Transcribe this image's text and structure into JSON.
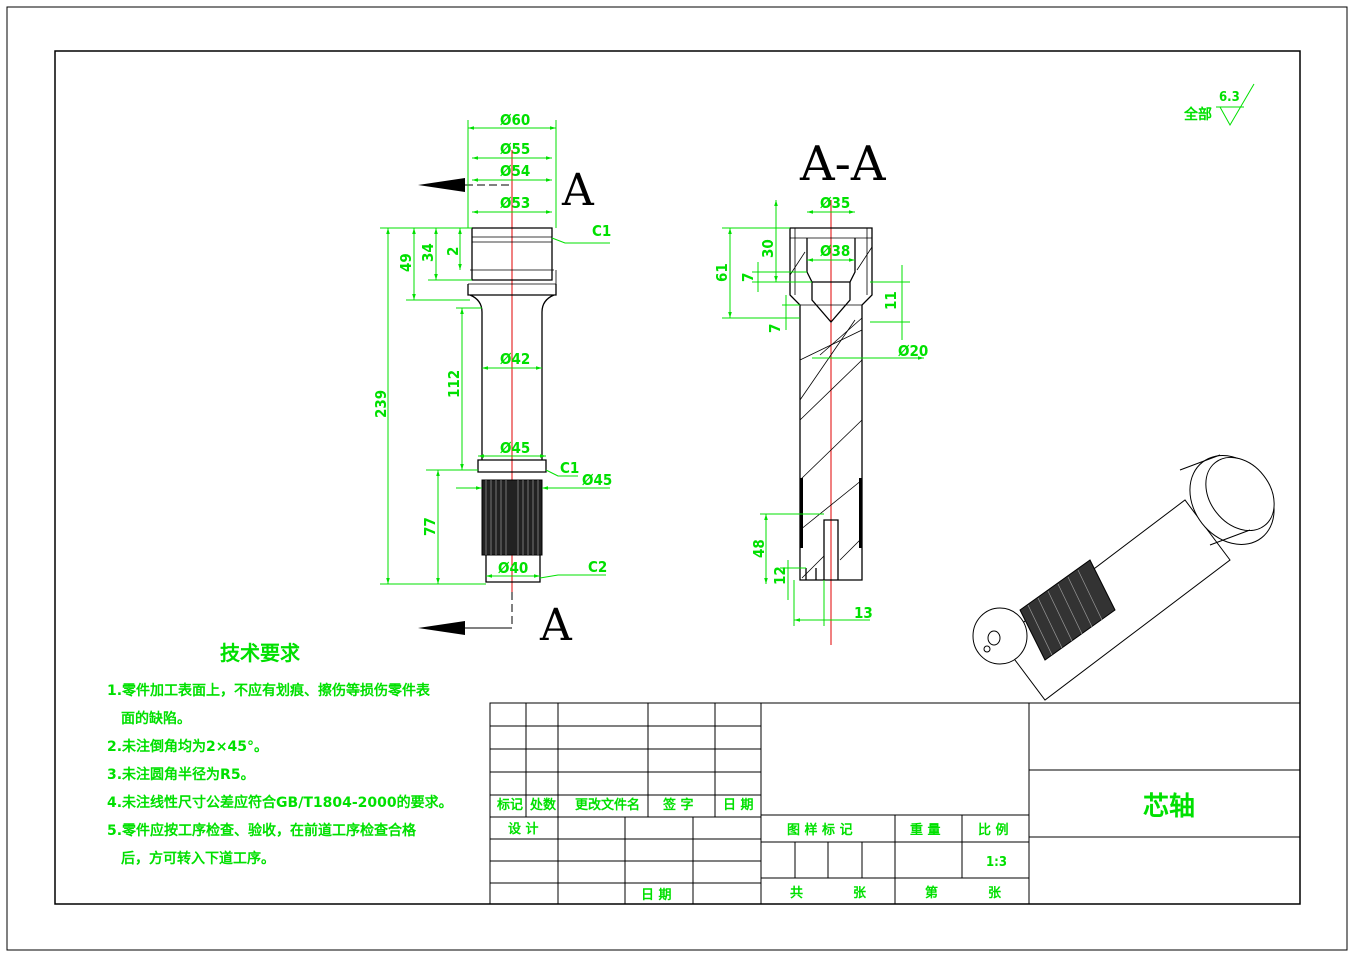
{
  "drawing": {
    "title": "芯轴",
    "scale": "1:3",
    "roughness": {
      "label": "全部",
      "value": "6.3"
    },
    "section_marks": {
      "cut_label": "A",
      "section_title": "A-A"
    }
  },
  "front_view_dims": {
    "d60": "Ø60",
    "d55": "Ø55",
    "d54": "Ø54",
    "d53": "Ø53",
    "d42": "Ø42",
    "d45": "Ø45",
    "d45b": "Ø45",
    "d40": "Ø40",
    "c1a": "C1",
    "c1b": "C1",
    "c2": "C2",
    "l239": "239",
    "l49": "49",
    "l34": "34",
    "l2": "2",
    "l112": "112",
    "l77": "77"
  },
  "section_view_dims": {
    "d35": "Ø35",
    "d38": "Ø38",
    "d20": "Ø20",
    "l61": "61",
    "l30": "30",
    "l7a": "7",
    "l7b": "7",
    "l11": "11",
    "l48": "48",
    "l12": "12",
    "l13": "13"
  },
  "tech_requirements": {
    "heading": "技术要求",
    "items": [
      "1.零件加工表面上，不应有划痕、擦伤等损伤零件表",
      "面的缺陷。",
      "2.未注倒角均为2×45°。",
      "3.未注圆角半径为R5。",
      "4.未注线性尺寸公差应符合GB/T1804-2000的要求。",
      "5.零件应按工序检查、验收，在前道工序检查合格",
      "后，方可转入下道工序。"
    ]
  },
  "title_block": {
    "mark": "标记",
    "count": "处数",
    "doc": "更改文件名",
    "sign": "签  字",
    "date": "日 期",
    "design": "设 计",
    "date2": "日 期",
    "drawing_mark": "图 样 标 记",
    "weight": "重 量",
    "ratio": "比 例",
    "total": "共",
    "sheets": "张",
    "nth": "第",
    "sheet2": "张"
  },
  "colors": {
    "annotation": "#00e000",
    "centerline": "#e00000",
    "outline": "#000000"
  }
}
